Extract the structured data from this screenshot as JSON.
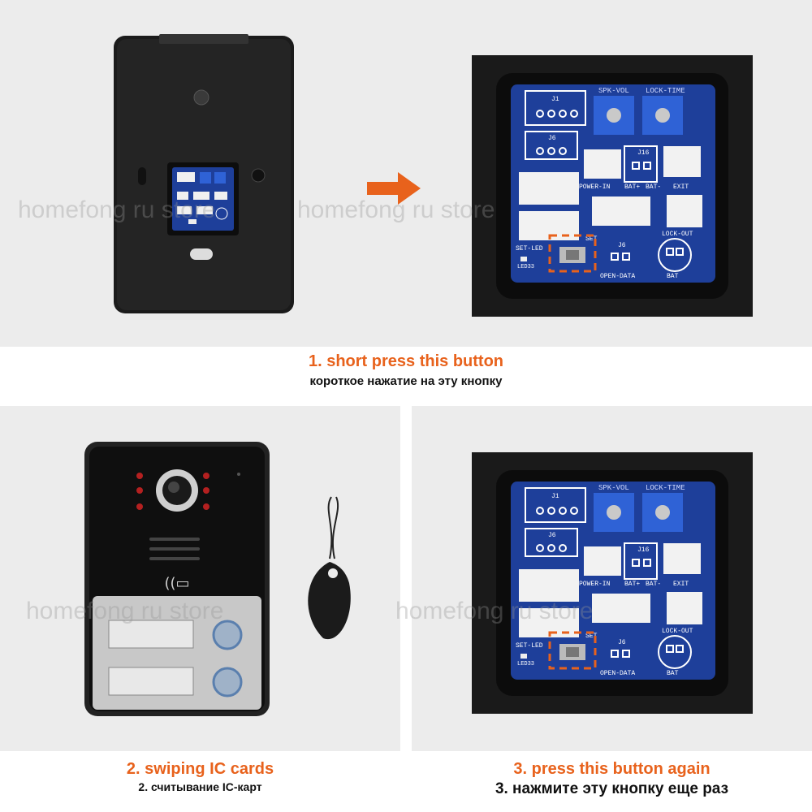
{
  "captions": {
    "step1": {
      "title": "1. short press this button",
      "subtitle": "короткое нажатие на эту кнопку"
    },
    "step2": {
      "title": "2. swiping IC cards",
      "subtitle": "2. считывание IC-карт"
    },
    "step3": {
      "title": "3. press this button again",
      "subtitle": "3. нажмите эту кнопку еще раз"
    }
  },
  "watermark": "homefong ru store",
  "board_labels": {
    "spk_vol": "SPK-VOL",
    "lock_time": "LOCK-TIME",
    "j1": "J1",
    "j6": "J6",
    "j16": "J16",
    "power_in": "POWER-IN",
    "bat_plus": "BAT+",
    "bat_minus": "BAT-",
    "exit": "EXIT",
    "set": "SET",
    "set_led": "SET-LED",
    "led33": "LED33",
    "open_data": "OPEN-DATA",
    "lock_out": "LOCK-OUT",
    "bat": "BAT"
  },
  "colors": {
    "accent": "#e8621c",
    "panel": "#ececec",
    "board_blue": "#1e3f9a"
  }
}
